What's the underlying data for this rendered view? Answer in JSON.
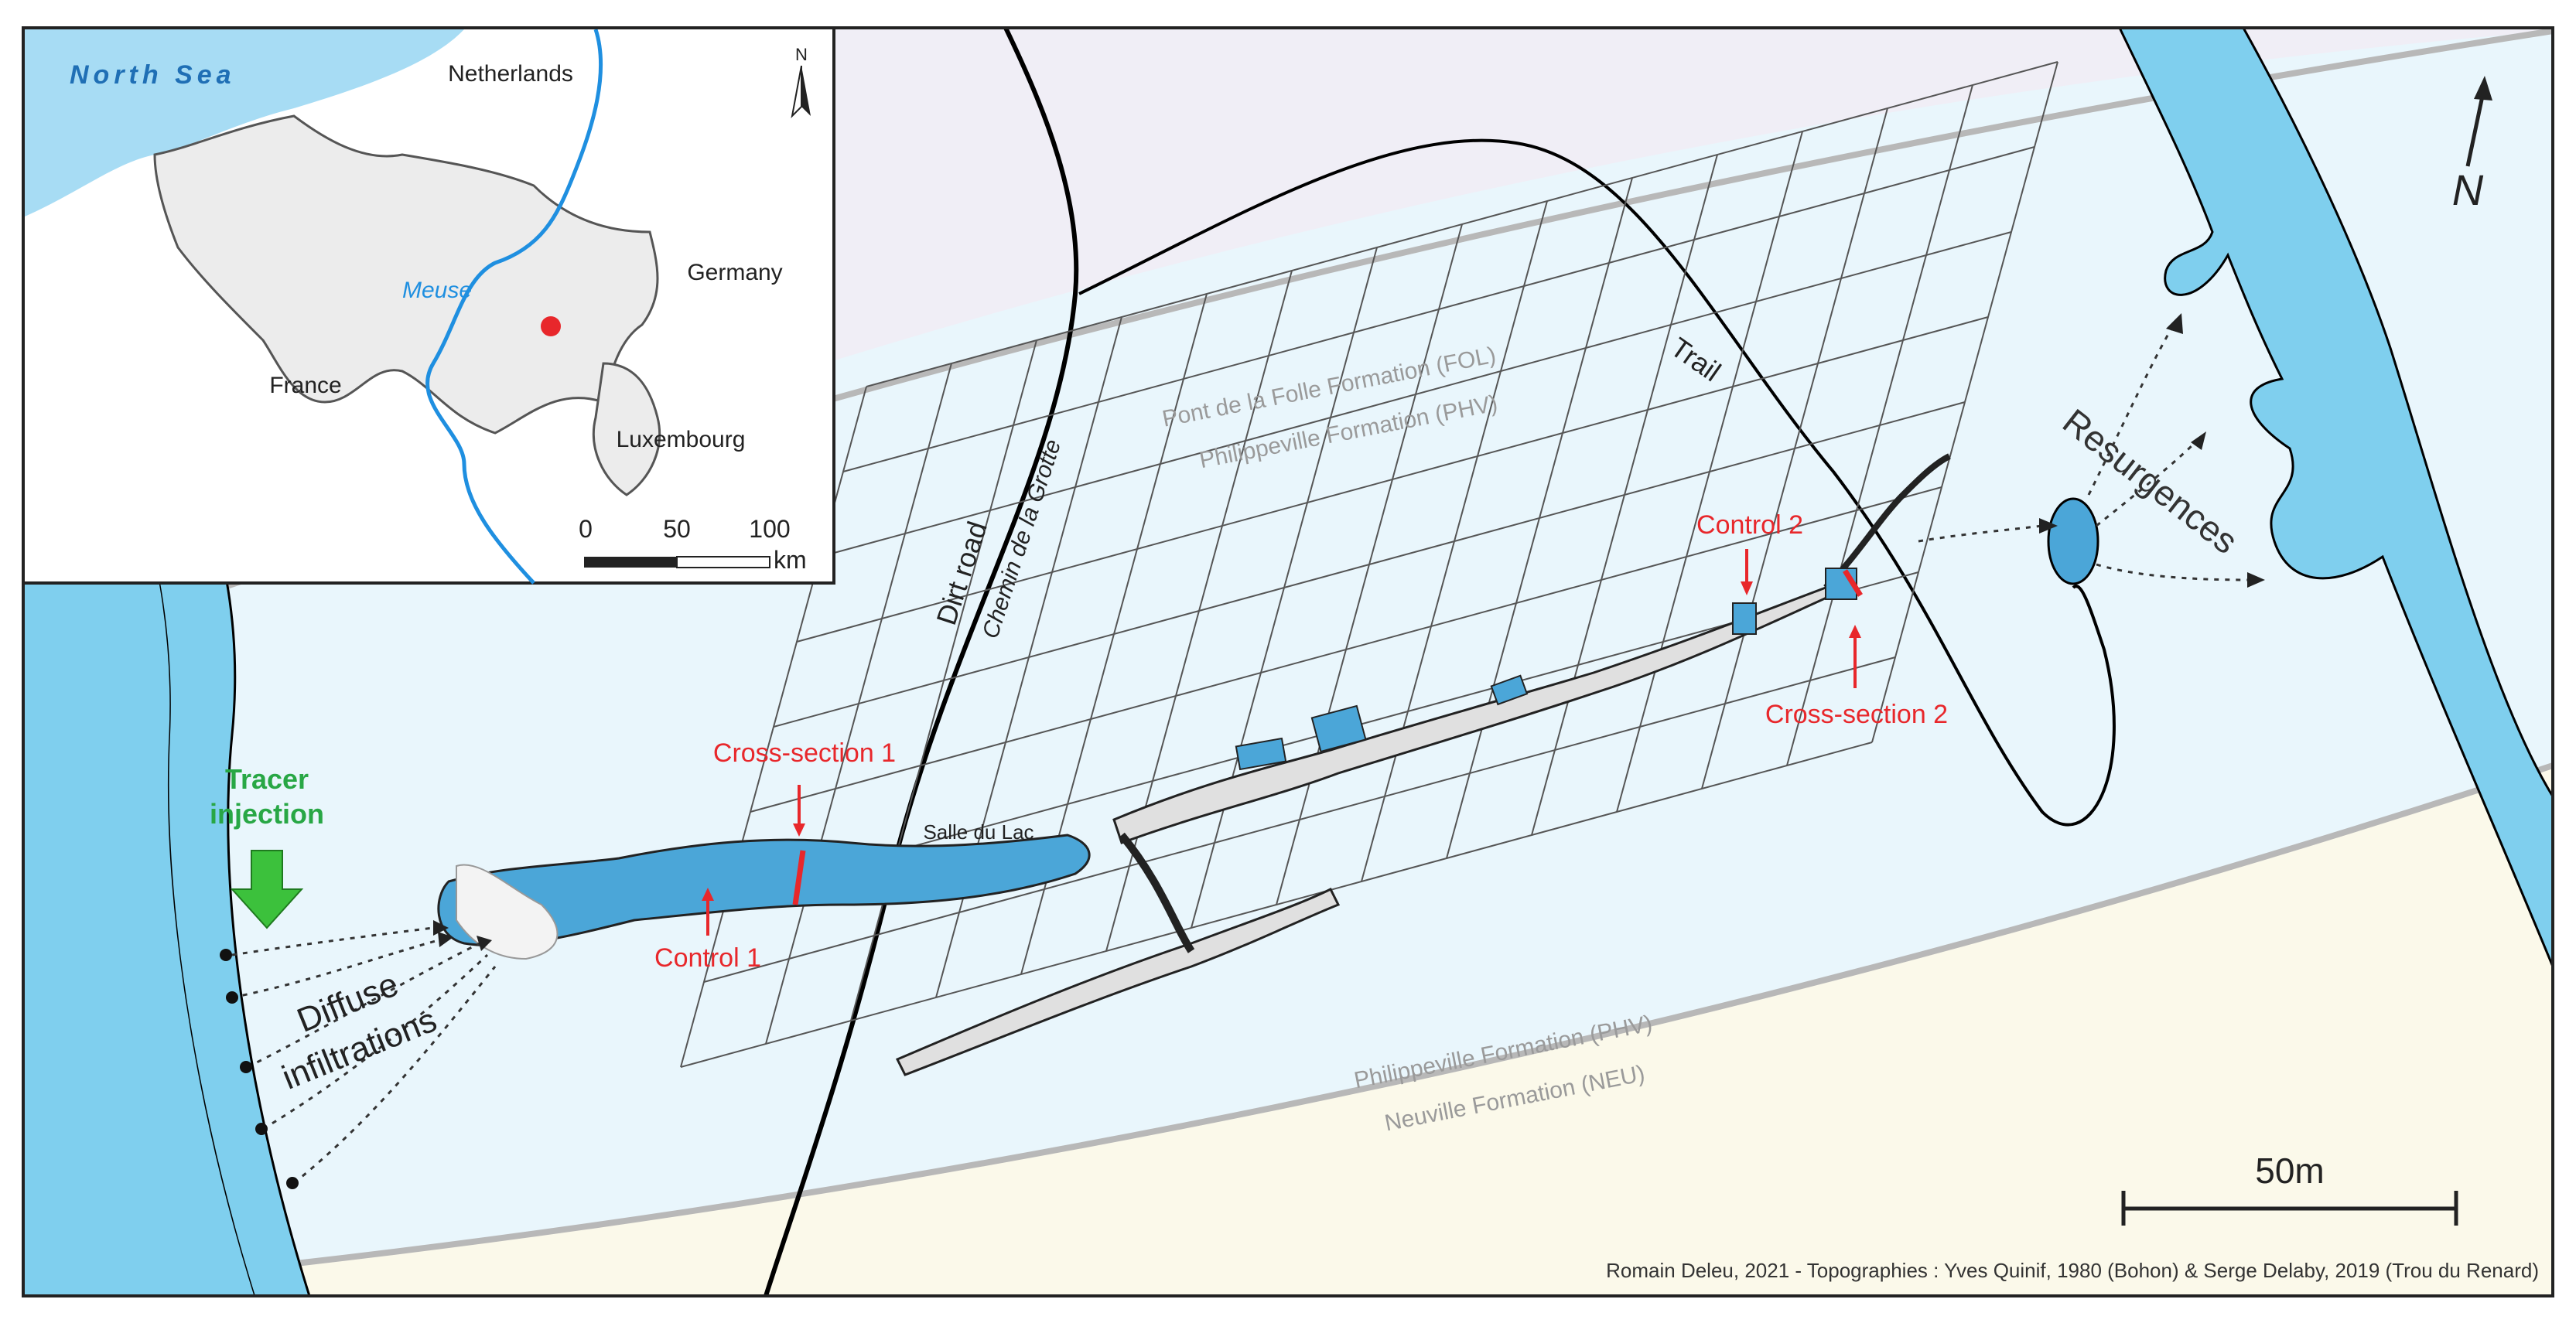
{
  "colors": {
    "water": "#7fcfee",
    "sea": "#a7dcf4",
    "phv_zone": "#e9f6fc",
    "fol_zone": "#f0eef6",
    "neu_zone": "#fbf9ea",
    "cave_fill": "#4ba6d8",
    "red": "#e8272b",
    "green": "#28a745",
    "meuse_blue": "#1f8fe0",
    "formation_gray": "#9a9a9a",
    "belgium_fill": "#ececec"
  },
  "labels": {
    "tracer_injection_line1": "Tracer",
    "tracer_injection_line2": "injection",
    "diffuse_line1": "Diffuse",
    "diffuse_line2": "infiltrations",
    "cross_section_1": "Cross-section 1",
    "cross_section_2": "Cross-section 2",
    "control_1": "Control 1",
    "control_2": "Control 2",
    "salle_du_lac": "Salle du Lac",
    "dirt_road": "Dirt road",
    "chemin": "Chemin de la Grotte",
    "trail": "Trail",
    "resurgences": "Resurgences",
    "north_letter": "N",
    "fol_upper": "Pont de la Folle Formation (FOL)",
    "phv_upper": "Philippeville Formation (PHV)",
    "phv_lower": "Philippeville Formation (PHV)",
    "neu_lower": "Neuville Formation (NEU)",
    "scale": "50m",
    "credits": "Romain Deleu, 2021 - Topographies : Yves Quinif, 1980 (Bohon) & Serge Delaby, 2019 (Trou du Renard)"
  },
  "inset": {
    "north_sea": "North Sea",
    "netherlands": "Netherlands",
    "germany": "Germany",
    "france": "France",
    "luxembourg": "Luxembourg",
    "meuse": "Meuse",
    "north_letter": "N",
    "scale_ticks": [
      "0",
      "50",
      "100"
    ],
    "scale_unit": "km"
  }
}
